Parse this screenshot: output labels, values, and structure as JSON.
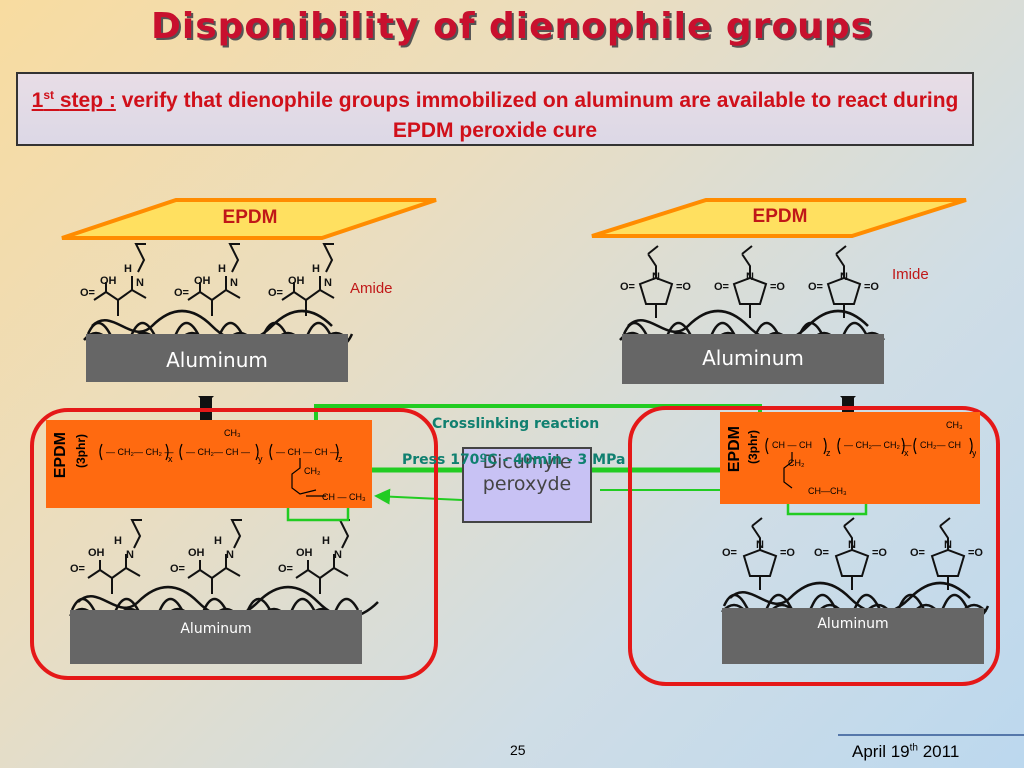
{
  "slide": {
    "title": "Disponibility of dienophile groups",
    "step": {
      "label_main": "1",
      "label_sup": "st",
      "label_rest": "step :",
      "text": "verify that dienophile groups immobilized on aluminum are available to react during EPDM peroxide cure"
    },
    "left_top": {
      "epdm": "EPDM",
      "aluminum": "Aluminum",
      "group_label": "Amide",
      "OH": "OH",
      "O": "O",
      "H": "H",
      "N": "N"
    },
    "right_top": {
      "epdm": "EPDM",
      "aluminum": "Aluminum",
      "group_label": "Imide",
      "N": "N",
      "O": "O"
    },
    "left_bottom": {
      "epdm": "EPDM",
      "phr": "(3phr)",
      "aluminum": "Aluminum",
      "ch2": "CH",
      "ch": "CH",
      "ch3": "CH",
      "chch3": "CH—CH"
    },
    "right_bottom": {
      "epdm": "EPDM",
      "phr": "(3phr)",
      "aluminum": "Aluminum"
    },
    "center": {
      "reaction": "Crosslinking reaction",
      "press": "Press 170ºC - 40min - 3 MPa",
      "dicumyl_1": "Dicumyle",
      "dicumyl_2": "peroxyde"
    },
    "footer": {
      "page": "25",
      "date_main": "April 19",
      "date_sup": "th",
      "date_year": "2011"
    }
  },
  "colors": {
    "title": "#c8102e",
    "ring": "#e51818",
    "orange": "#ff6a10",
    "green": "#22cc22",
    "epdm_fill": "#ffe060",
    "epdm_border": "#ff8c00"
  }
}
